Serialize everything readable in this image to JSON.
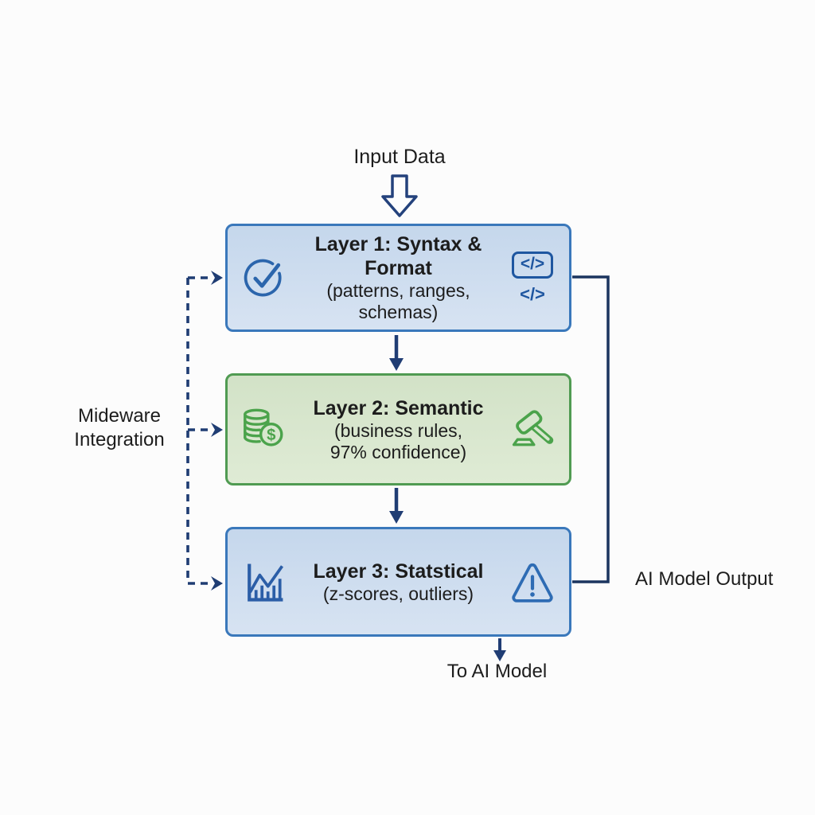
{
  "labels": {
    "input": "Input Data",
    "to_ai_model": "To AI Model",
    "ai_model_output": "AI Model Output",
    "middleware_line1": "Mideware",
    "middleware_line2": "Integration"
  },
  "layers": [
    {
      "title": "Layer 1: Syntax & Format",
      "subtitle_lines": [
        "(patterns, ranges, schemas)"
      ],
      "left_icon": "check-circle-icon",
      "right_icon": "code-icon",
      "code_glyph": "</>",
      "fill": "#cddef0",
      "border": "#3a78bb"
    },
    {
      "title": "Layer 2: Semantic",
      "subtitle_lines": [
        "(business rules,",
        "97% confidence)"
      ],
      "left_icon": "coins-icon",
      "right_icon": "gavel-icon",
      "fill": "#d8e7ce",
      "border": "#509b52"
    },
    {
      "title": "Layer 3: Statstical",
      "subtitle_lines": [
        "(z-scores, outliers)"
      ],
      "left_icon": "bar-chart-icon",
      "right_icon": "warning-icon",
      "fill": "#cddef0",
      "border": "#3a78bb"
    }
  ],
  "colors": {
    "arrow_navy": "#203d74",
    "connector_navy": "#1b355f",
    "blue_icon": "#2b65ac",
    "green_icon": "#4ba34b",
    "background": "#fcfcfc"
  }
}
